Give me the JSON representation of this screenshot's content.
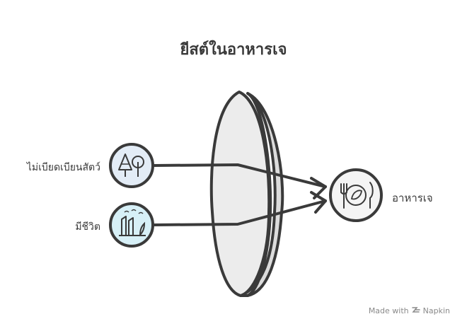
{
  "title": "ยีสต์ในอาหารเจ",
  "inputs": [
    {
      "label": "ไม่เบียดเบียนสัตว์",
      "icon": "trees-icon",
      "fill": "#e3ecf6"
    },
    {
      "label": "มีชีวิต",
      "icon": "factory-plant-icon",
      "fill": "#d7f0f7"
    }
  ],
  "output": {
    "label": "อาหารเจ",
    "icon": "plate-fork-knife-icon"
  },
  "footer": {
    "text": "Made with",
    "brand": "Napkin"
  },
  "colors": {
    "stroke": "#3a3a3a",
    "lens": "#ececec",
    "text": "#3a3a3a"
  }
}
